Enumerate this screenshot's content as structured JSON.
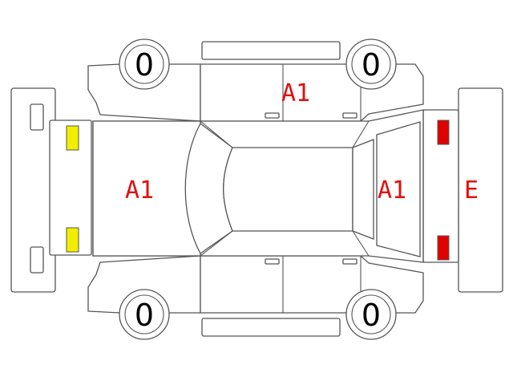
{
  "tires": {
    "front_left": "0",
    "front_right": "0",
    "rear_left": "0",
    "rear_right": "0"
  },
  "damage_codes": {
    "roof_panel": "A1",
    "hood": "A1",
    "rear_glass_trunk": "A1",
    "rear_bumper": "E"
  },
  "colors": {
    "code_text": "#e01010",
    "front_light": "#f2ee00",
    "rear_light": "#e00000",
    "outline": "#555555"
  }
}
